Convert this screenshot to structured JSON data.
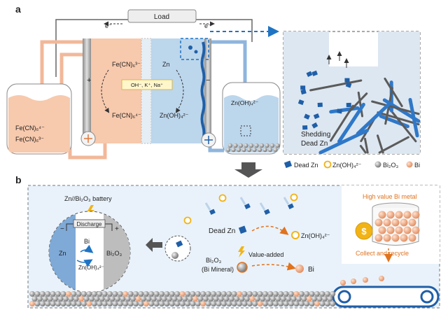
{
  "panel_a": {
    "label": "a",
    "load": "Load",
    "electron_left": "e⁻",
    "electron_right": "e⁻",
    "plus": "+",
    "minus": "−",
    "catholyte_top": "Fe(CN)₆³⁻",
    "catholyte_bottom": "Fe(CN)₆⁴⁻",
    "anode_metal": "Zn",
    "anode_product": "Zn(OH)₄²⁻",
    "membrane_ions": "OH⁻, K⁺, Na⁺",
    "left_tank_line1": "Fe(CN)₆⁴⁻",
    "left_tank_line2": "Fe(CN)₆³⁻",
    "right_tank_label": "Zn(OH)₄²⁻",
    "zoom_label_line1": "Shedding",
    "zoom_label_line2": "Dead Zn"
  },
  "legend": {
    "dead_zn": "Dead Zn",
    "zincate": "Zn(OH)₄²⁻",
    "bi2o3": "Bi₂O₃",
    "bi": "Bi"
  },
  "panel_b": {
    "label": "b",
    "battery_title": "Zn//Bi₂O₃ battery",
    "discharge": "Discharge",
    "minus": "−",
    "plus": "+",
    "zn": "Zn",
    "bi": "Bi",
    "bi2o3": "Bi₂O₃",
    "zincate": "Zn(OH)₄²⁻",
    "dead_zn": "Dead Zn",
    "zincate_product": "Zn(OH)₄²⁻",
    "bi2o3_line1": "Bi₂O₃",
    "bi2o3_line2": "(Bi Mineral)",
    "value_added": "Value-added",
    "bi_product": "Bi",
    "high_value": "High value Bi metal",
    "collect": "Collect and recycle",
    "dollar": "$"
  },
  "colors": {
    "catholyte": "#f7c9ad",
    "anolyte": "#bcd6ec",
    "zinc_blue": "#1f5fa8",
    "accent_orange": "#e0731f",
    "gold": "#f2b315",
    "bi_ball": "#f0a07a",
    "bi2o3_ball": "#9a9a9a"
  }
}
